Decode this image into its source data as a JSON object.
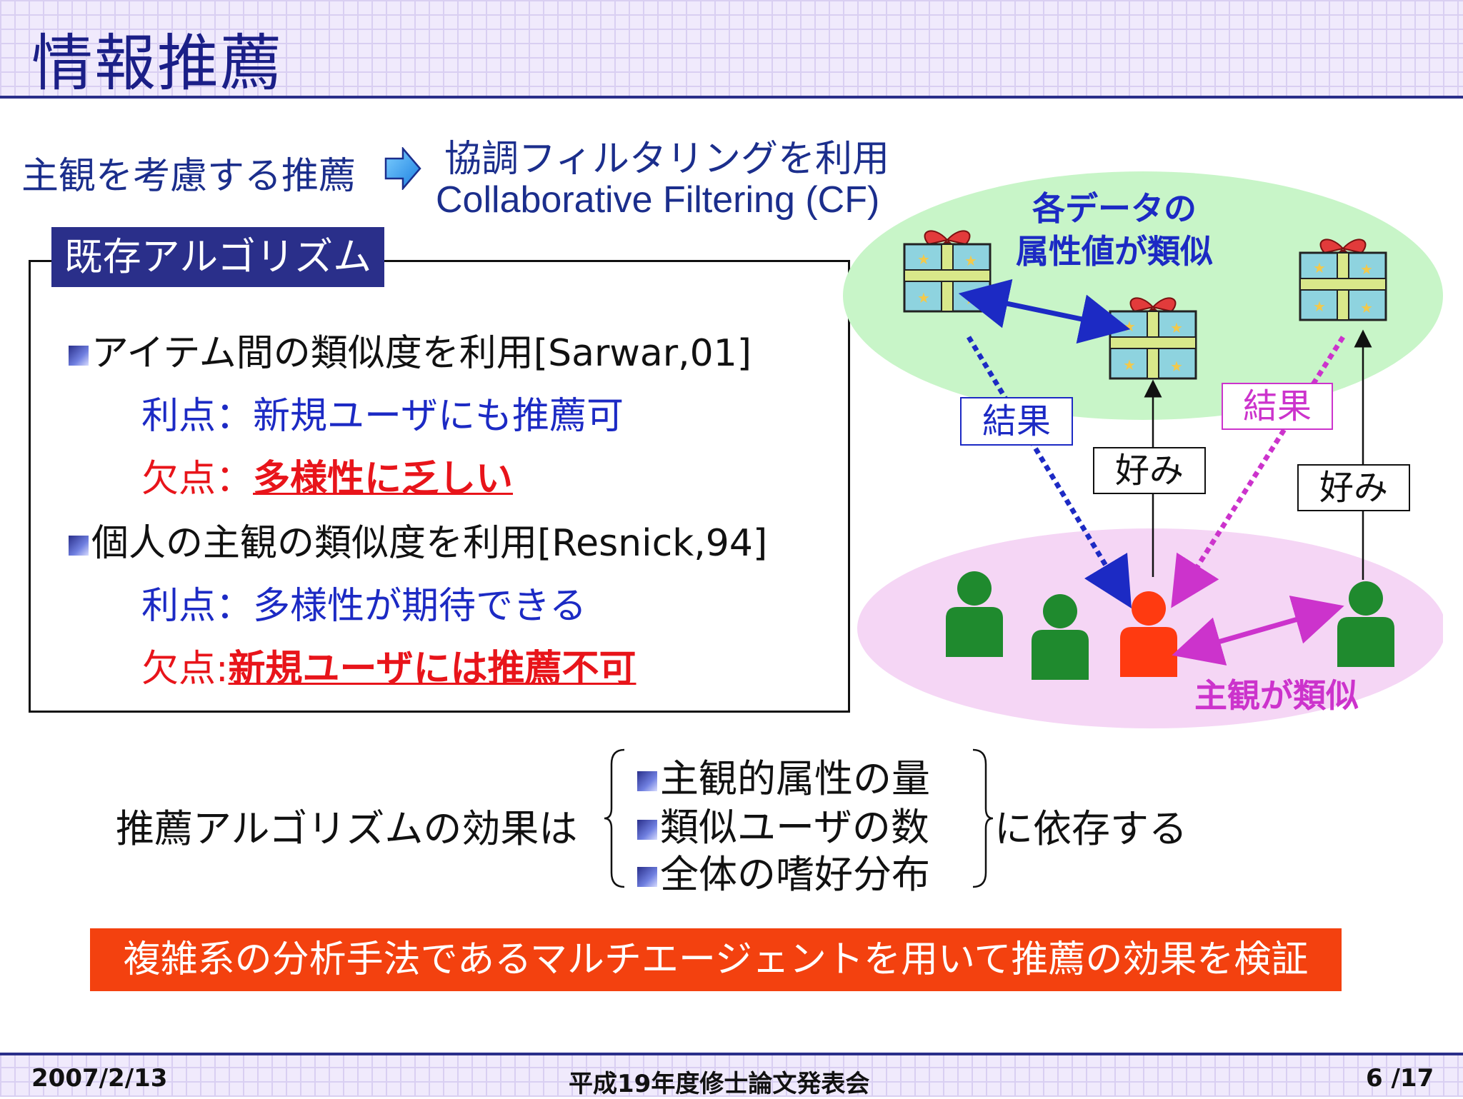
{
  "header": {
    "title": "情報推薦"
  },
  "intro": {
    "subjective_recommendation": "主観を考慮する推薦",
    "cf_japanese": "協調フィルタリングを利用",
    "cf_english": "Collaborative Filtering (CF)"
  },
  "existing_algorithms": {
    "tag": "既存アルゴリズム",
    "items": [
      {
        "heading": "アイテム間の類似度を利用[Sarwar,01]",
        "advantage_label": "利点：",
        "advantage": "新規ユーザにも推薦可",
        "disadvantage_label": "欠点：",
        "disadvantage": "多様性に乏しい"
      },
      {
        "heading": "個人の主観の類似度を利用[Resnick,94]",
        "advantage_label": "利点：",
        "advantage": "多様性が期待できる",
        "disadvantage_label": "欠点:",
        "disadvantage": "新規ユーザには推薦不可"
      }
    ]
  },
  "diagram": {
    "item_similarity": "各データの属性値が類似",
    "item_similarity_line1": "各データの",
    "item_similarity_line2": "属性値が類似",
    "result_label": "結果",
    "preference_label": "好み",
    "subjective_similarity": "主観が類似"
  },
  "summary": {
    "label": "推薦アルゴリズムの効果は",
    "factors": [
      "主観的属性の量",
      "類似ユーザの数",
      "全体の嗜好分布"
    ],
    "suffix": "に依存する"
  },
  "conclusion": "複雑系の分析手法であるマルチエージェントを用いて推薦の効果を検証",
  "footer": {
    "date": "2007/2/13",
    "event": "平成19年度修士論文発表会",
    "page": "6 /17"
  },
  "colors": {
    "navy": "#2a2f8a",
    "blue_text": "#1c2ac4",
    "red_text": "#e8141a",
    "banner": "#f3410f",
    "green_ellipse": "#c8f5c8",
    "pink_ellipse": "#f5d6f5",
    "magenta": "#cc33cc",
    "user_green": "#1f8a2e",
    "user_red": "#ff3a10"
  }
}
